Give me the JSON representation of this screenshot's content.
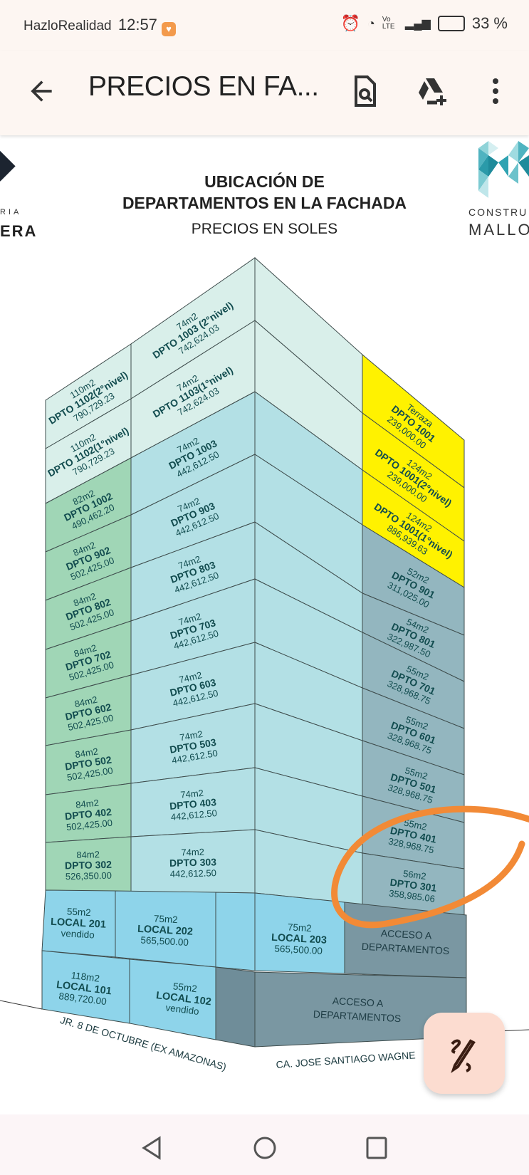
{
  "status_bar": {
    "carrier": "HazloRealidad",
    "time": "12:57",
    "network": "Vo LTE",
    "battery": "33 %"
  },
  "app_bar": {
    "title": "PRECIOS EN FA...",
    "icons": [
      "back-arrow-icon",
      "document-search-icon",
      "drive-add-icon",
      "more-vert-icon"
    ]
  },
  "document": {
    "title_line1": "UBICACIÓN DE",
    "title_line2": "DEPARTAMENTOS EN LA FACHADA",
    "subtitle": "PRECIOS EN SOLES",
    "logo_left": {
      "line1": "RIA",
      "line2": "ERA"
    },
    "logo_right": {
      "line1": "CONSTRU",
      "line2": "MALLO"
    },
    "left_column": [
      {
        "a": "110m2",
        "n": "DPTO 1102(2°nivel)",
        "p": "790,729.23"
      },
      {
        "a": "110m2",
        "n": "DPTO 1102(1°nivel)",
        "p": "790,729.23"
      },
      {
        "a": "82m2",
        "n": "DPTO 1002",
        "p": "490,462.20"
      },
      {
        "a": "84m2",
        "n": "DPTO 902",
        "p": "502,425.00"
      },
      {
        "a": "84m2",
        "n": "DPTO 802",
        "p": "502,425.00"
      },
      {
        "a": "84m2",
        "n": "DPTO 702",
        "p": "502,425.00"
      },
      {
        "a": "84m2",
        "n": "DPTO 602",
        "p": "502,425.00"
      },
      {
        "a": "84m2",
        "n": "DPTO 502",
        "p": "502,425.00"
      },
      {
        "a": "84m2",
        "n": "DPTO 402",
        "p": "502,425.00"
      },
      {
        "a": "84m2",
        "n": "DPTO 302",
        "p": "526,350.00"
      }
    ],
    "middle_column": [
      {
        "a": "74m2",
        "n": "DPTO 1003 (2°nivel)",
        "p": "742,624.03"
      },
      {
        "a": "74m2",
        "n": "DPTO 1103(1°nivel)",
        "p": "742,624.03"
      },
      {
        "a": "74m2",
        "n": "DPTO 1003",
        "p": "442,612.50"
      },
      {
        "a": "74m2",
        "n": "DPTO 903",
        "p": "442,612.50"
      },
      {
        "a": "74m2",
        "n": "DPTO 803",
        "p": "442,612.50"
      },
      {
        "a": "74m2",
        "n": "DPTO 703",
        "p": "442,612.50"
      },
      {
        "a": "74m2",
        "n": "DPTO 603",
        "p": "442,612.50"
      },
      {
        "a": "74m2",
        "n": "DPTO 503",
        "p": "442,612.50"
      },
      {
        "a": "74m2",
        "n": "DPTO 403",
        "p": "442,612.50"
      },
      {
        "a": "74m2",
        "n": "DPTO 303",
        "p": "442,612.50"
      }
    ],
    "side_column": [
      {
        "a": "Terraza",
        "n": "DPTO 1001",
        "p": "239,000.00"
      },
      {
        "a": "124m2",
        "n": "DPTO 1001(2°nivel)",
        "p": "239,000.00"
      },
      {
        "a": "124m2",
        "n": "DPTO 1001(1°nivel)",
        "p": "886,939.63"
      },
      {
        "a": "52m2",
        "n": "DPTO 901",
        "p": "311,025.00"
      },
      {
        "a": "54m2",
        "n": "DPTO 801",
        "p": "322,987.50"
      },
      {
        "a": "55m2",
        "n": "DPTO 701",
        "p": "328,968.75"
      },
      {
        "a": "55m2",
        "n": "DPTO 601",
        "p": "328,968.75"
      },
      {
        "a": "55m2",
        "n": "DPTO 501",
        "p": "328,968.75"
      },
      {
        "a": "55m2",
        "n": "DPTO 401",
        "p": "328,968.75"
      },
      {
        "a": "56m2",
        "n": "DPTO 301",
        "p": "358,985.06"
      }
    ],
    "locals": [
      {
        "a": "55m2",
        "n": "LOCAL 201",
        "p": "vendido"
      },
      {
        "a": "75m2",
        "n": "LOCAL 202",
        "p": "565,500.00"
      },
      {
        "a": "75m2",
        "n": "LOCAL 203",
        "p": "565,500.00"
      },
      {
        "a": "118m2",
        "n": "LOCAL 101",
        "p": "889,720.00"
      },
      {
        "a": "55m2",
        "n": "LOCAL 102",
        "p": "vendido"
      }
    ],
    "access": [
      {
        "l1": "ACCESO  A",
        "l2": "DEPARTAMENTOS"
      },
      {
        "l1": "ACCESO  A",
        "l2": "DEPARTAMENTOS"
      }
    ],
    "streets": {
      "left": "JR. 8 DE OCTUBRE (EX AMAZONAS)",
      "right": "CA. JOSE SANTIAGO WAGNE"
    },
    "colors": {
      "green": "#a0d6b6",
      "light": "#d9efea",
      "blue": "#b3e0e5",
      "yellow": "#fff200",
      "grey": "#93b6bf",
      "local": "#8ed4ea",
      "access": "#7a97a2",
      "annotation": "#f28a36"
    }
  }
}
